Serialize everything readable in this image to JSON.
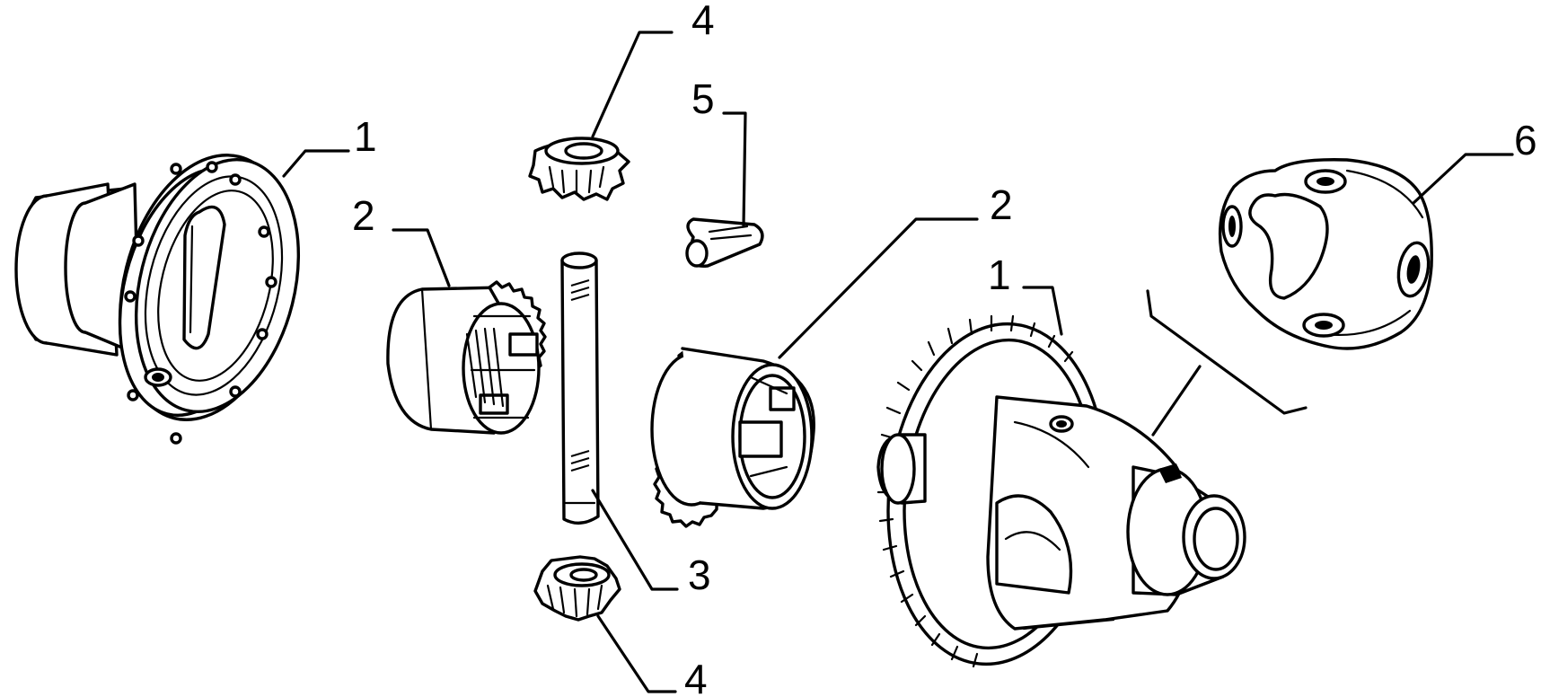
{
  "diagram": {
    "callouts": [
      {
        "id": "c1-left",
        "label": "1"
      },
      {
        "id": "c2-left",
        "label": "2"
      },
      {
        "id": "c4-top",
        "label": "4"
      },
      {
        "id": "c5",
        "label": "5"
      },
      {
        "id": "c2-right",
        "label": "2"
      },
      {
        "id": "c1-right",
        "label": "1"
      },
      {
        "id": "c6",
        "label": "6"
      },
      {
        "id": "c3",
        "label": "3"
      },
      {
        "id": "c4-bottom",
        "label": "4"
      }
    ],
    "colors": {
      "line": "#000000",
      "background": "#ffffff"
    }
  }
}
